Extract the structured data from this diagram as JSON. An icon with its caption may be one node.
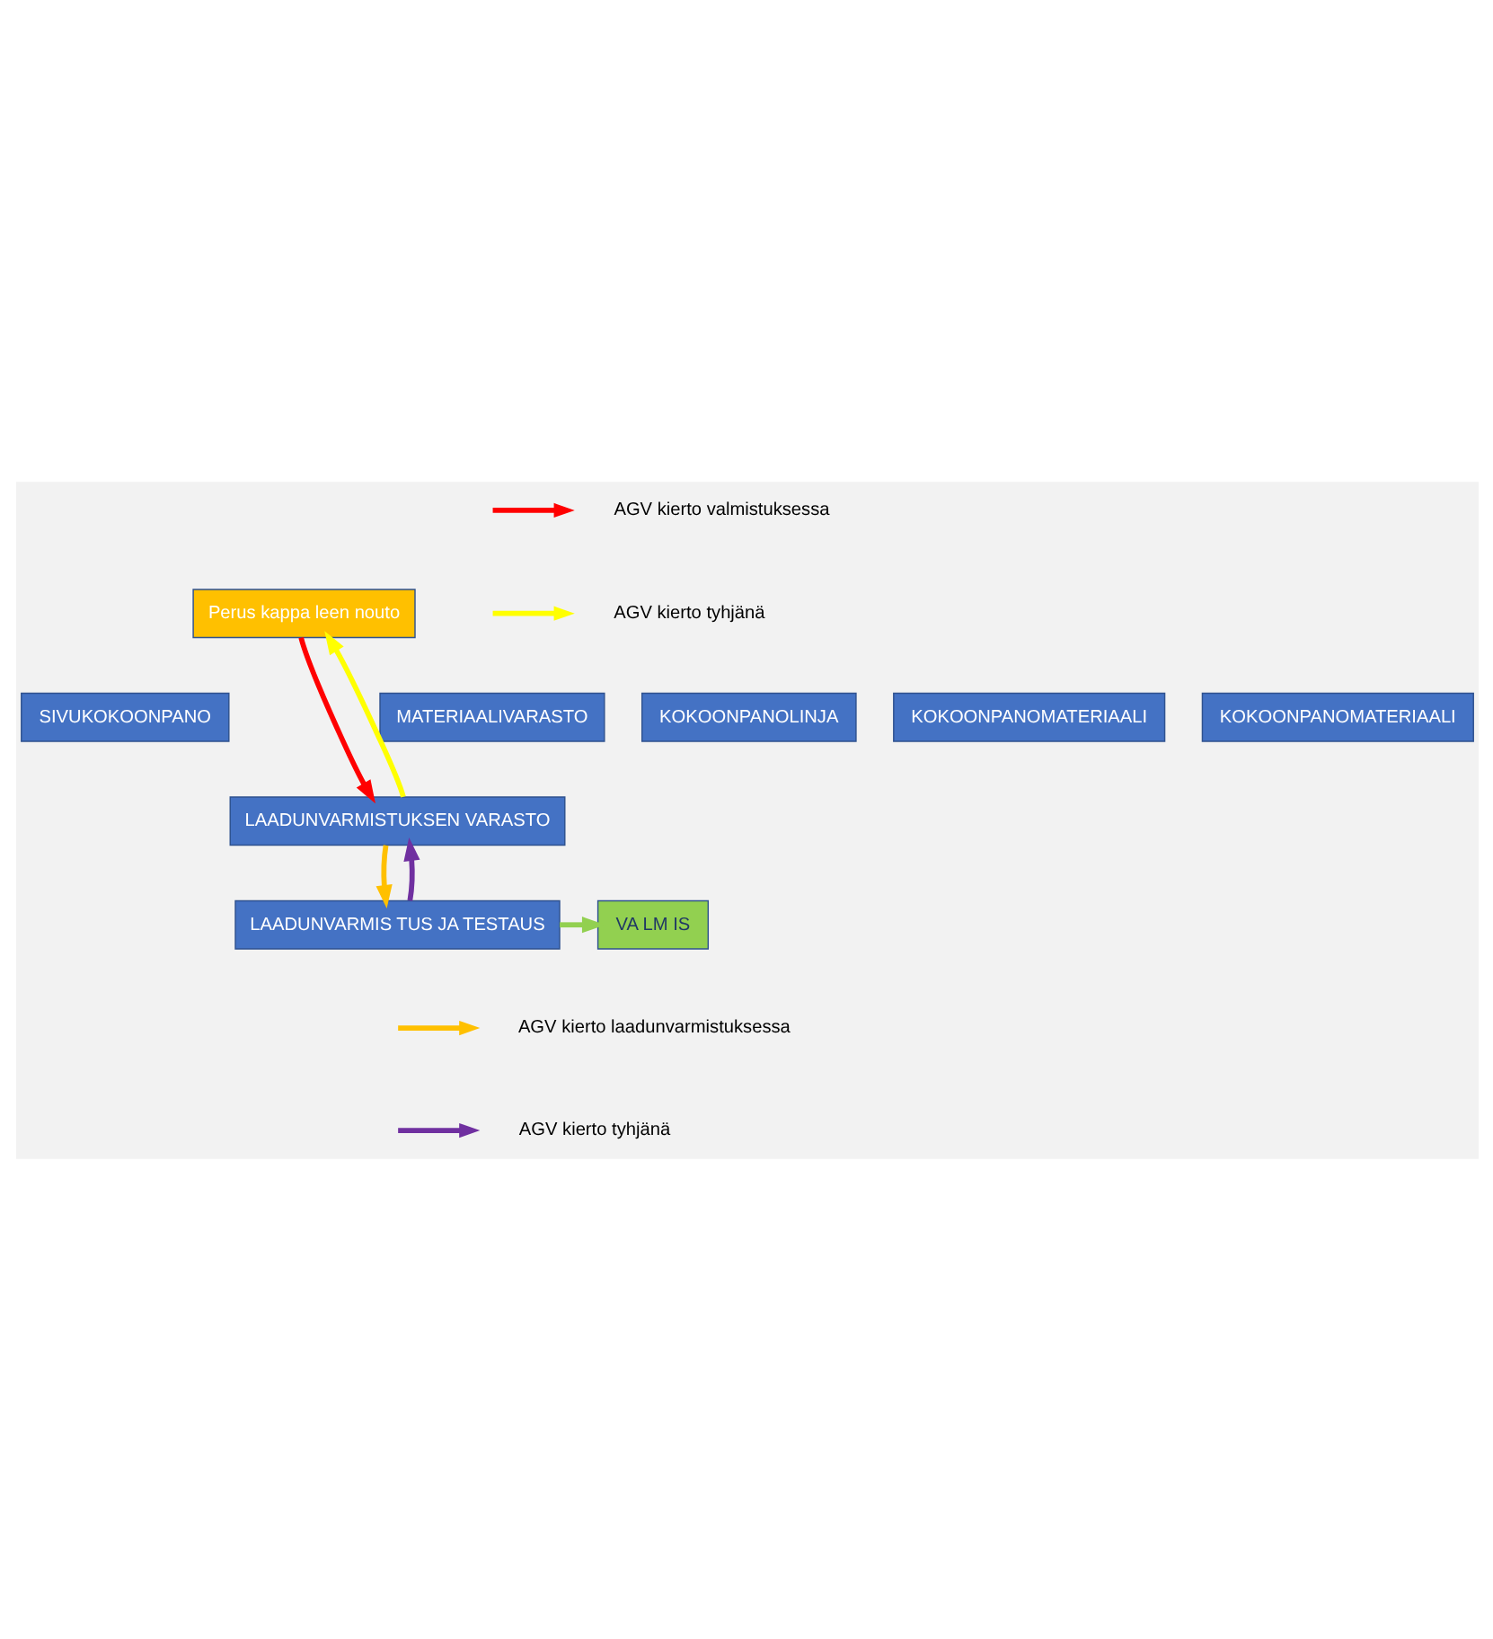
{
  "diagram": {
    "nodes": [
      {
        "text": [
          "Perus kappa leen nouto"
        ]
      },
      {
        "text": [
          "MATERIAALIVARASTO"
        ]
      },
      {
        "text": [
          "SIVUKOKOONPANO"
        ]
      },
      {
        "text": [
          "KOKOONPANOMATERIAALI"
        ]
      },
      {
        "text": [
          "KOKOONPANOLINJA"
        ]
      },
      {
        "text": [
          "KOKOONPANOMATERIAALI"
        ]
      },
      {
        "text": [
          "LAADUNVARMISTUKSEN VARASTO"
        ]
      },
      {
        "text": [
          "LAADUNVARMIS TUS JA TESTAUS"
        ]
      },
      {
        "text": [
          "VA LM IS"
        ]
      }
    ],
    "edges": [
      {
        "from": 6,
        "to": 0,
        "arrow": "to",
        "color": "#ffff00"
      },
      {
        "from": 0,
        "to": 6,
        "arrow": "to",
        "color": "#ff0000"
      },
      {
        "from": 6,
        "to": 7,
        "arrow": "to",
        "color": "#ffc000"
      },
      {
        "from": 7,
        "to": 6,
        "arrow": "to",
        "color": "#7030a0"
      },
      {
        "from": 7,
        "to": 8,
        "arrow": "to",
        "color": "#92d050"
      }
    ],
    "legend": [
      {
        "text": "AGV kierto valmistuksessa"
      },
      {
        "text": "AGV kierto tyhjänä"
      },
      {
        "text": "AGV kierto laadunvarmistuksessa"
      },
      {
        "text": "AGV kierto tyhjänä"
      }
    ]
  }
}
